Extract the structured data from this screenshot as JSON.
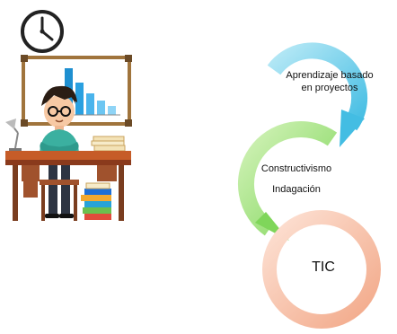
{
  "cycle": {
    "top": {
      "line1": "Aprendizaje basado",
      "line2": "en proyectos",
      "color": "#5bc8e8"
    },
    "middle": {
      "line1": "Constructivismo",
      "line2": "Indagación",
      "color": "#8ddb6a"
    },
    "bottom": {
      "label": "TIC",
      "color": "#f4bca3"
    }
  },
  "illustration": {
    "clock_icon": "clock-icon",
    "whiteboard_chart": "bar-chart-icon",
    "person": "student-icon",
    "lamp": "desk-lamp-icon",
    "books": "book-stack-icon",
    "colors": {
      "desk": "#a0522d",
      "desk_top": "#c65c28",
      "shirt": "#3bb0a0",
      "frame": "#a0743c"
    }
  }
}
